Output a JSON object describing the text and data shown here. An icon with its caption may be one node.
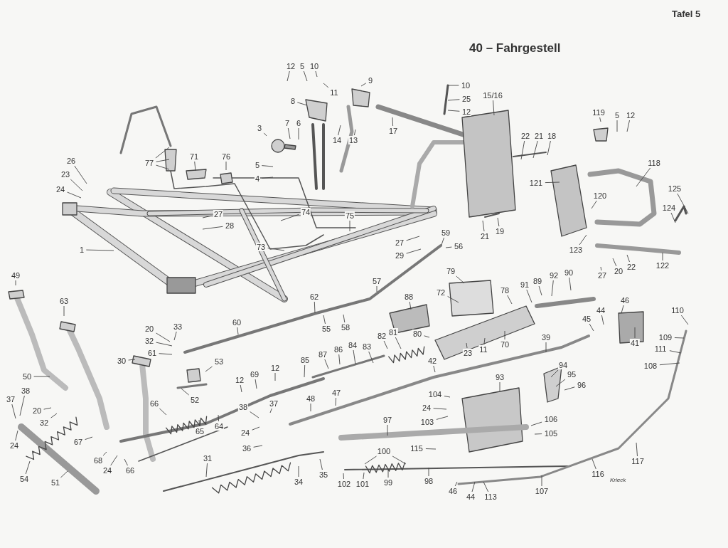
{
  "diagram": {
    "title": "40 – Fahrgestell",
    "nodes": [
      {
        "text": [
          "12"
        ]
      },
      {
        "text": [
          "5"
        ]
      },
      {
        "text": [
          "10"
        ]
      },
      {
        "text": [
          "11"
        ]
      },
      {
        "text": [
          "9"
        ]
      },
      {
        "text": [
          "8"
        ]
      },
      {
        "text": [
          "7"
        ]
      },
      {
        "text": [
          "6"
        ]
      },
      {
        "text": [
          "3"
        ]
      },
      {
        "text": [
          "5"
        ]
      },
      {
        "text": [
          "4"
        ]
      },
      {
        "text": [
          "14"
        ]
      },
      {
        "text": [
          "13"
        ]
      },
      {
        "text": [
          "77"
        ]
      },
      {
        "text": [
          "71"
        ]
      },
      {
        "text": [
          "76"
        ]
      },
      {
        "text": [
          "26"
        ]
      },
      {
        "text": [
          "23"
        ]
      },
      {
        "text": [
          "24"
        ]
      },
      {
        "text": [
          "27"
        ]
      },
      {
        "text": [
          "28"
        ]
      },
      {
        "text": [
          "74"
        ]
      },
      {
        "text": [
          "75"
        ]
      },
      {
        "text": [
          "73"
        ]
      },
      {
        "text": [
          "1"
        ]
      },
      {
        "text": [
          "17"
        ]
      },
      {
        "text": [
          "10"
        ]
      },
      {
        "text": [
          "25"
        ]
      },
      {
        "text": [
          "12"
        ]
      },
      {
        "text": [
          "15/16"
        ]
      },
      {
        "text": [
          "22"
        ]
      },
      {
        "text": [
          "21"
        ]
      },
      {
        "text": [
          "18"
        ]
      },
      {
        "text": [
          "21"
        ]
      },
      {
        "text": [
          "19"
        ]
      },
      {
        "text": [
          "119"
        ]
      },
      {
        "text": [
          "5"
        ]
      },
      {
        "text": [
          "12"
        ]
      },
      {
        "text": [
          "118"
        ]
      },
      {
        "text": [
          "121"
        ]
      },
      {
        "text": [
          "120"
        ]
      },
      {
        "text": [
          "123"
        ]
      },
      {
        "text": [
          "125"
        ]
      },
      {
        "text": [
          "124"
        ]
      },
      {
        "text": [
          "122"
        ]
      },
      {
        "text": [
          "27"
        ]
      },
      {
        "text": [
          "20"
        ]
      },
      {
        "text": [
          "22"
        ]
      },
      {
        "text": [
          "27"
        ]
      },
      {
        "text": [
          "29"
        ]
      },
      {
        "text": [
          "59"
        ]
      },
      {
        "text": [
          "56"
        ]
      },
      {
        "text": [
          "49"
        ]
      },
      {
        "text": [
          "63"
        ]
      },
      {
        "text": [
          "33"
        ]
      },
      {
        "text": [
          "20"
        ]
      },
      {
        "text": [
          "32"
        ]
      },
      {
        "text": [
          "61"
        ]
      },
      {
        "text": [
          "60"
        ]
      },
      {
        "text": [
          "62"
        ]
      },
      {
        "text": [
          "55"
        ]
      },
      {
        "text": [
          "58"
        ]
      },
      {
        "text": [
          "57"
        ]
      },
      {
        "text": [
          "30"
        ]
      },
      {
        "text": [
          "53"
        ]
      },
      {
        "text": [
          "50"
        ]
      },
      {
        "text": [
          "52"
        ]
      },
      {
        "text": [
          "38"
        ]
      },
      {
        "text": [
          "37"
        ]
      },
      {
        "text": [
          "20"
        ]
      },
      {
        "text": [
          "32"
        ]
      },
      {
        "text": [
          "24"
        ]
      },
      {
        "text": [
          "54"
        ]
      },
      {
        "text": [
          "51"
        ]
      },
      {
        "text": [
          "67"
        ]
      },
      {
        "text": [
          "68"
        ]
      },
      {
        "text": [
          "24"
        ]
      },
      {
        "text": [
          "66"
        ]
      },
      {
        "text": [
          "66"
        ]
      },
      {
        "text": [
          "65"
        ]
      },
      {
        "text": [
          "64"
        ]
      },
      {
        "text": [
          "12"
        ]
      },
      {
        "text": [
          "69"
        ]
      },
      {
        "text": [
          "12"
        ]
      },
      {
        "text": [
          "85"
        ]
      },
      {
        "text": [
          "38"
        ]
      },
      {
        "text": [
          "37"
        ]
      },
      {
        "text": [
          "24"
        ]
      },
      {
        "text": [
          "36"
        ]
      },
      {
        "text": [
          "31"
        ]
      },
      {
        "text": [
          "35"
        ]
      },
      {
        "text": [
          "34"
        ]
      },
      {
        "text": [
          "87"
        ]
      },
      {
        "text": [
          "86"
        ]
      },
      {
        "text": [
          "84"
        ]
      },
      {
        "text": [
          "83"
        ]
      },
      {
        "text": [
          "82"
        ]
      },
      {
        "text": [
          "81"
        ]
      },
      {
        "text": [
          "80"
        ]
      },
      {
        "text": [
          "88"
        ]
      },
      {
        "text": [
          "72"
        ]
      },
      {
        "text": [
          "79"
        ]
      },
      {
        "text": [
          "78"
        ]
      },
      {
        "text": [
          "70"
        ]
      },
      {
        "text": [
          "23"
        ]
      },
      {
        "text": [
          "11"
        ]
      },
      {
        "text": [
          "91"
        ]
      },
      {
        "text": [
          "89"
        ]
      },
      {
        "text": [
          "92"
        ]
      },
      {
        "text": [
          "90"
        ]
      },
      {
        "text": [
          "45"
        ]
      },
      {
        "text": [
          "44"
        ]
      },
      {
        "text": [
          "46"
        ]
      },
      {
        "text": [
          "41"
        ]
      },
      {
        "text": [
          "39"
        ]
      },
      {
        "text": [
          "42"
        ]
      },
      {
        "text": [
          "47"
        ]
      },
      {
        "text": [
          "48"
        ]
      },
      {
        "text": [
          "110"
        ]
      },
      {
        "text": [
          "109"
        ]
      },
      {
        "text": [
          "111"
        ]
      },
      {
        "text": [
          "108"
        ]
      },
      {
        "text": [
          "94"
        ]
      },
      {
        "text": [
          "95"
        ]
      },
      {
        "text": [
          "96"
        ]
      },
      {
        "text": [
          "93"
        ]
      },
      {
        "text": [
          "104"
        ]
      },
      {
        "text": [
          "24"
        ]
      },
      {
        "text": [
          "103"
        ]
      },
      {
        "text": [
          "97"
        ]
      },
      {
        "text": [
          "106"
        ]
      },
      {
        "text": [
          "105"
        ]
      },
      {
        "text": [
          "115"
        ]
      },
      {
        "text": [
          "100"
        ]
      },
      {
        "text": [
          "102"
        ]
      },
      {
        "text": [
          "101"
        ]
      },
      {
        "text": [
          "99"
        ]
      },
      {
        "text": [
          "98"
        ]
      },
      {
        "text": [
          "117"
        ]
      },
      {
        "text": [
          "116"
        ]
      },
      {
        "text": [
          "107"
        ]
      },
      {
        "text": [
          "46"
        ]
      },
      {
        "text": [
          "44"
        ]
      },
      {
        "text": [
          "113"
        ]
      }
    ],
    "edges": [
      {
        "from": 0,
        "to": null,
        "arrow": "none"
      },
      {
        "from": 1,
        "to": null,
        "arrow": "none"
      },
      {
        "from": 2,
        "to": null,
        "arrow": "none"
      },
      {
        "from": 3,
        "to": null,
        "arrow": "none"
      },
      {
        "from": 4,
        "to": null,
        "arrow": "none"
      },
      {
        "from": 5,
        "to": null,
        "arrow": "none"
      },
      {
        "from": 6,
        "to": null,
        "arrow": "none"
      },
      {
        "from": 7,
        "to": null,
        "arrow": "none"
      },
      {
        "from": 8,
        "to": null,
        "arrow": "none"
      },
      {
        "from": 9,
        "to": null,
        "arrow": "none"
      },
      {
        "from": 10,
        "to": null,
        "arrow": "none"
      },
      {
        "from": 11,
        "to": null,
        "arrow": "none"
      },
      {
        "from": 12,
        "to": null,
        "arrow": "none"
      },
      {
        "from": 13,
        "to": null,
        "arrow": "none"
      },
      {
        "from": 13,
        "to": null,
        "arrow": "none"
      },
      {
        "from": 13,
        "to": null,
        "arrow": "none"
      },
      {
        "from": 14,
        "to": null,
        "arrow": "none"
      },
      {
        "from": 15,
        "to": null,
        "arrow": "none"
      },
      {
        "from": 16,
        "to": null,
        "arrow": "none"
      },
      {
        "from": 17,
        "to": null,
        "arrow": "none"
      },
      {
        "from": 18,
        "to": null,
        "arrow": "none"
      },
      {
        "from": 19,
        "to": null,
        "arrow": "none"
      },
      {
        "from": 20,
        "to": null,
        "arrow": "none"
      },
      {
        "from": 21,
        "to": null,
        "arrow": "none"
      },
      {
        "from": 22,
        "to": null,
        "arrow": "none"
      },
      {
        "from": 23,
        "to": null,
        "arrow": "none"
      },
      {
        "from": 24,
        "to": null,
        "arrow": "none"
      },
      {
        "from": 25,
        "to": null,
        "arrow": "none"
      },
      {
        "from": 26,
        "to": null,
        "arrow": "none"
      },
      {
        "from": 27,
        "to": null,
        "arrow": "none"
      },
      {
        "from": 28,
        "to": null,
        "arrow": "none"
      },
      {
        "from": 29,
        "to": null,
        "arrow": "none"
      },
      {
        "from": 30,
        "to": null,
        "arrow": "none"
      },
      {
        "from": 31,
        "to": null,
        "arrow": "none"
      },
      {
        "from": 32,
        "to": null,
        "arrow": "none"
      },
      {
        "from": 33,
        "to": null,
        "arrow": "none"
      },
      {
        "from": 34,
        "to": null,
        "arrow": "none"
      },
      {
        "from": 35,
        "to": null,
        "arrow": "none"
      },
      {
        "from": 36,
        "to": null,
        "arrow": "none"
      },
      {
        "from": 37,
        "to": null,
        "arrow": "none"
      },
      {
        "from": 38,
        "to": null,
        "arrow": "none"
      },
      {
        "from": 39,
        "to": null,
        "arrow": "none"
      },
      {
        "from": 40,
        "to": null,
        "arrow": "none"
      },
      {
        "from": 41,
        "to": null,
        "arrow": "none"
      },
      {
        "from": 42,
        "to": null,
        "arrow": "none"
      },
      {
        "from": 43,
        "to": null,
        "arrow": "none"
      },
      {
        "from": 44,
        "to": null,
        "arrow": "none"
      },
      {
        "from": 45,
        "to": null,
        "arrow": "none"
      },
      {
        "from": 46,
        "to": null,
        "arrow": "none"
      },
      {
        "from": 47,
        "to": null,
        "arrow": "none"
      },
      {
        "from": 48,
        "to": null,
        "arrow": "none"
      },
      {
        "from": 49,
        "to": null,
        "arrow": "none"
      },
      {
        "from": 50,
        "to": null,
        "arrow": "none"
      },
      {
        "from": 51,
        "to": null,
        "arrow": "none"
      },
      {
        "from": 52,
        "to": null,
        "arrow": "none"
      },
      {
        "from": 53,
        "to": null,
        "arrow": "none"
      },
      {
        "from": 54,
        "to": null,
        "arrow": "none"
      },
      {
        "from": 55,
        "to": null,
        "arrow": "none"
      },
      {
        "from": 56,
        "to": null,
        "arrow": "none"
      },
      {
        "from": 57,
        "to": null,
        "arrow": "none"
      },
      {
        "from": 58,
        "to": null,
        "arrow": "none"
      },
      {
        "from": 59,
        "to": null,
        "arrow": "none"
      },
      {
        "from": 60,
        "to": null,
        "arrow": "none"
      },
      {
        "from": 61,
        "to": null,
        "arrow": "none"
      },
      {
        "from": 62,
        "to": null,
        "arrow": "none"
      },
      {
        "from": 63,
        "to": null,
        "arrow": "none"
      },
      {
        "from": 64,
        "to": null,
        "arrow": "none"
      },
      {
        "from": 65,
        "to": null,
        "arrow": "none"
      },
      {
        "from": 66,
        "to": null,
        "arrow": "none"
      },
      {
        "from": 67,
        "to": null,
        "arrow": "none"
      },
      {
        "from": 68,
        "to": null,
        "arrow": "none"
      },
      {
        "from": 69,
        "to": null,
        "arrow": "none"
      },
      {
        "from": 70,
        "to": null,
        "arrow": "none"
      },
      {
        "from": 71,
        "to": null,
        "arrow": "none"
      },
      {
        "from": 72,
        "to": null,
        "arrow": "none"
      },
      {
        "from": 73,
        "to": null,
        "arrow": "none"
      },
      {
        "from": 74,
        "to": null,
        "arrow": "none"
      },
      {
        "from": 75,
        "to": null,
        "arrow": "none"
      },
      {
        "from": 76,
        "to": null,
        "arrow": "none"
      },
      {
        "from": 77,
        "to": null,
        "arrow": "none"
      },
      {
        "from": 78,
        "to": null,
        "arrow": "none"
      },
      {
        "from": 79,
        "to": null,
        "arrow": "none"
      },
      {
        "from": 80,
        "to": null,
        "arrow": "none"
      },
      {
        "from": 81,
        "to": null,
        "arrow": "none"
      },
      {
        "from": 82,
        "to": null,
        "arrow": "none"
      },
      {
        "from": 83,
        "to": null,
        "arrow": "none"
      },
      {
        "from": 84,
        "to": null,
        "arrow": "none"
      },
      {
        "from": 85,
        "to": null,
        "arrow": "none"
      },
      {
        "from": 86,
        "to": null,
        "arrow": "none"
      },
      {
        "from": 87,
        "to": null,
        "arrow": "none"
      },
      {
        "from": 88,
        "to": null,
        "arrow": "none"
      },
      {
        "from": 89,
        "to": null,
        "arrow": "none"
      },
      {
        "from": 90,
        "to": null,
        "arrow": "none"
      },
      {
        "from": 91,
        "to": null,
        "arrow": "none"
      },
      {
        "from": 92,
        "to": null,
        "arrow": "none"
      },
      {
        "from": 93,
        "to": null,
        "arrow": "none"
      },
      {
        "from": 94,
        "to": null,
        "arrow": "none"
      },
      {
        "from": 95,
        "to": null,
        "arrow": "none"
      },
      {
        "from": 96,
        "to": null,
        "arrow": "none"
      },
      {
        "from": 97,
        "to": null,
        "arrow": "none"
      },
      {
        "from": 98,
        "to": null,
        "arrow": "none"
      },
      {
        "from": 99,
        "to": null,
        "arrow": "none"
      },
      {
        "from": 100,
        "to": null,
        "arrow": "none"
      },
      {
        "from": 101,
        "to": null,
        "arrow": "none"
      },
      {
        "from": 102,
        "to": null,
        "arrow": "none"
      },
      {
        "from": 103,
        "to": null,
        "arrow": "none"
      },
      {
        "from": 104,
        "to": null,
        "arrow": "none"
      },
      {
        "from": 105,
        "to": null,
        "arrow": "none"
      },
      {
        "from": 106,
        "to": null,
        "arrow": "none"
      },
      {
        "from": 107,
        "to": null,
        "arrow": "none"
      },
      {
        "from": 108,
        "to": null,
        "arrow": "none"
      },
      {
        "from": 109,
        "to": null,
        "arrow": "none"
      },
      {
        "from": 110,
        "to": null,
        "arrow": "none"
      },
      {
        "from": 111,
        "to": null,
        "arrow": "none"
      },
      {
        "from": 112,
        "to": null,
        "arrow": "none"
      },
      {
        "from": 113,
        "to": null,
        "arrow": "none"
      },
      {
        "from": 114,
        "to": null,
        "arrow": "none"
      },
      {
        "from": 115,
        "to": null,
        "arrow": "none"
      },
      {
        "from": 116,
        "to": null,
        "arrow": "none"
      },
      {
        "from": 117,
        "to": null,
        "arrow": "none"
      },
      {
        "from": 118,
        "to": null,
        "arrow": "none"
      },
      {
        "from": 119,
        "to": null,
        "arrow": "none"
      },
      {
        "from": 120,
        "to": null,
        "arrow": "none"
      },
      {
        "from": 121,
        "to": null,
        "arrow": "none"
      },
      {
        "from": 122,
        "to": null,
        "arrow": "none"
      },
      {
        "from": 123,
        "to": null,
        "arrow": "none"
      },
      {
        "from": 124,
        "to": null,
        "arrow": "none"
      },
      {
        "from": 125,
        "to": null,
        "arrow": "none"
      },
      {
        "from": 126,
        "to": null,
        "arrow": "none"
      },
      {
        "from": 127,
        "to": null,
        "arrow": "none"
      },
      {
        "from": 128,
        "to": null,
        "arrow": "none"
      },
      {
        "from": 129,
        "to": null,
        "arrow": "none"
      },
      {
        "from": 130,
        "to": null,
        "arrow": "none"
      },
      {
        "from": 131,
        "to": null,
        "arrow": "none"
      },
      {
        "from": 132,
        "to": null,
        "arrow": "none"
      },
      {
        "from": 133,
        "to": null,
        "arrow": "none"
      },
      {
        "from": 133,
        "to": null,
        "arrow": "none"
      },
      {
        "from": 134,
        "to": null,
        "arrow": "none"
      },
      {
        "from": 135,
        "to": null,
        "arrow": "none"
      },
      {
        "from": 136,
        "to": null,
        "arrow": "none"
      },
      {
        "from": 137,
        "to": null,
        "arrow": "none"
      },
      {
        "from": 138,
        "to": null,
        "arrow": "none"
      },
      {
        "from": 139,
        "to": null,
        "arrow": "none"
      },
      {
        "from": 140,
        "to": null,
        "arrow": "none"
      },
      {
        "from": 141,
        "to": null,
        "arrow": "none"
      },
      {
        "from": 142,
        "to": null,
        "arrow": "none"
      },
      {
        "from": 143,
        "to": null,
        "arrow": "none"
      }
    ],
    "labels": [
      "Tafel 5",
      "Krieck"
    ]
  }
}
